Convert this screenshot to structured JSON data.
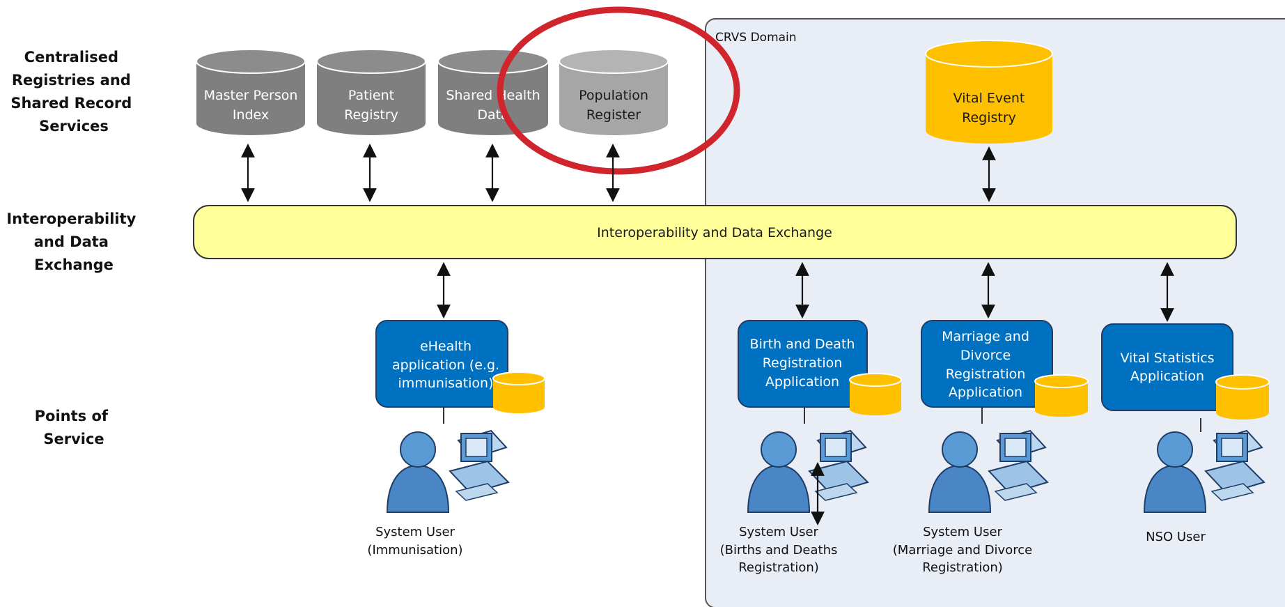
{
  "row_labels": [
    [
      "Centralised",
      "Registries and",
      "Shared Record",
      "Services"
    ],
    [
      "Interoperability",
      "and Data",
      "Exchange"
    ],
    [
      "Points of",
      "Service"
    ]
  ],
  "domain_label": "CRVS Domain",
  "registries": [
    [
      "Master Person",
      "Index"
    ],
    [
      "Patient",
      "Registry"
    ],
    [
      "Shared Health",
      "Data"
    ],
    [
      "Population",
      "Register"
    ]
  ],
  "vital_event_registry": [
    "Vital Event",
    "Registry"
  ],
  "bus_label": "Interoperability and Data Exchange",
  "applications": [
    [
      "eHealth",
      "application (e.g.",
      "immunisation)"
    ],
    [
      "Birth and Death",
      "Registration",
      "Application"
    ],
    [
      "Marriage and",
      "Divorce",
      "Registration",
      "Application"
    ],
    [
      "Vital Statistics",
      "Application"
    ]
  ],
  "users": [
    [
      "System User",
      "(Immunisation)"
    ],
    [
      "System User",
      "(Births and Deaths",
      "Registration)"
    ],
    [
      "System User",
      "(Marriage and Divorce",
      "Registration)"
    ],
    [
      "NSO User"
    ]
  ],
  "colors": {
    "registry_gray": "#7f7f7f",
    "population_gray": "#a6a6a6",
    "gold": "#ffc000",
    "app_blue": "#0070c0",
    "bus_yellow": "#ffff99",
    "domain_fill": "#e8edf6",
    "highlight_red": "#d0252c"
  },
  "icons": [
    "database-icon",
    "person-icon",
    "computer-icon",
    "bidirectional-arrow-icon",
    "highlight-circle"
  ]
}
